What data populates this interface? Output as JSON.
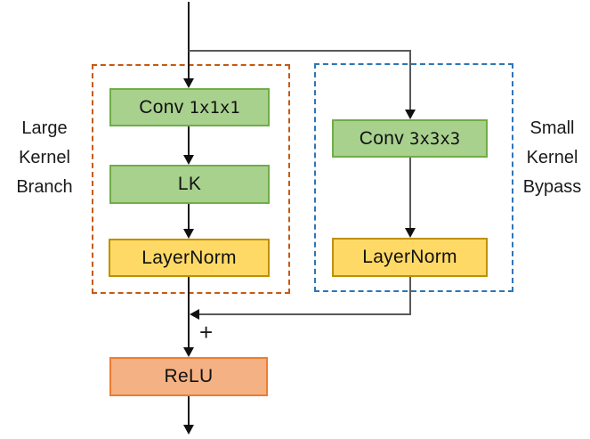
{
  "diagram": {
    "nodes": {
      "conv_large": {
        "prefix": "Conv",
        "dims": "1x1x1"
      },
      "lk": {
        "label": "LK"
      },
      "layernorm_left": {
        "label": "LayerNorm"
      },
      "conv_small": {
        "prefix": "Conv",
        "dims": "3x3x3"
      },
      "layernorm_right": {
        "label": "LayerNorm"
      },
      "relu": {
        "label": "ReLU"
      }
    },
    "groups": {
      "large_kernel_branch": {
        "lines": [
          "Large",
          "Kernel",
          "Branch"
        ]
      },
      "small_kernel_bypass": {
        "lines": [
          "Small",
          "Kernel",
          "Bypass"
        ]
      }
    },
    "operators": {
      "plus": "+"
    }
  },
  "colors": {
    "node-green-fill": "#A9D18E",
    "node-green-border": "#70AD47",
    "node-yellow-fill": "#FFD966",
    "node-yellow-border": "#BF9000",
    "node-orange-fill": "#F4B183",
    "node-orange-border": "#ED7D31",
    "group-orange-border": "#C55A11",
    "group-blue-border": "#2E75B6",
    "edge-black": "#1a1a1a",
    "edge-gray": "#595959"
  }
}
